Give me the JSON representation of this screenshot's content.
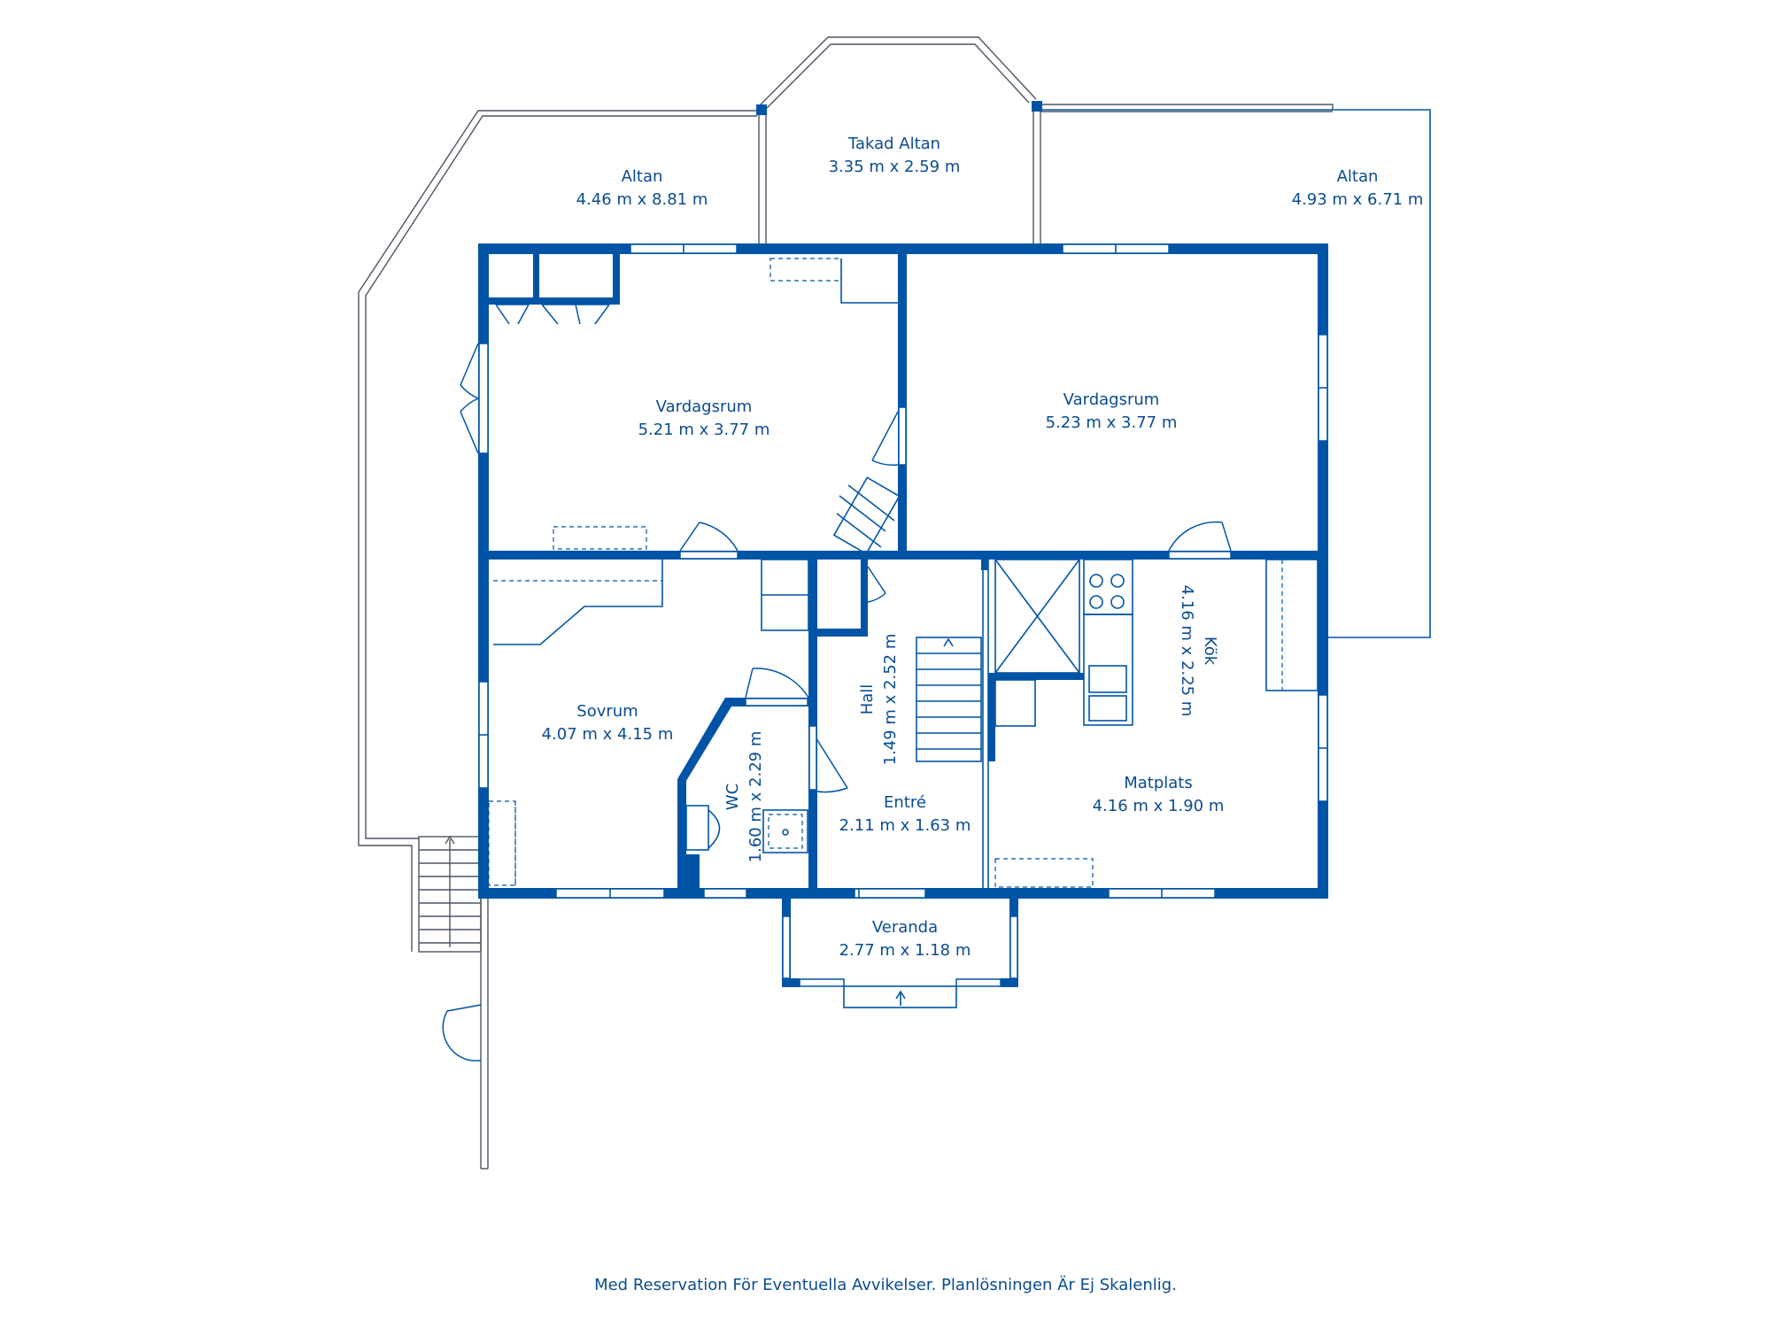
{
  "rooms": [
    {
      "id": "altan-left",
      "name": "Altan",
      "dims": "4.46 m x 8.81 m"
    },
    {
      "id": "takad-altan",
      "name": "Takad Altan",
      "dims": "3.35 m x 2.59 m"
    },
    {
      "id": "altan-right",
      "name": "Altan",
      "dims": "4.93 m x 6.71 m"
    },
    {
      "id": "vardagsrum-1",
      "name": "Vardagsrum",
      "dims": "5.21 m x 3.77 m"
    },
    {
      "id": "vardagsrum-2",
      "name": "Vardagsrum",
      "dims": "5.23 m x 3.77 m"
    },
    {
      "id": "sovrum",
      "name": "Sovrum",
      "dims": "4.07 m x 4.15 m"
    },
    {
      "id": "wc",
      "name": "WC",
      "dims": "1.60 m x 2.29 m"
    },
    {
      "id": "hall",
      "name": "Hall",
      "dims": "1.49 m x 2.52 m"
    },
    {
      "id": "entre",
      "name": "Entré",
      "dims": "2.11 m x 1.63 m"
    },
    {
      "id": "kok",
      "name": "Kök",
      "dims": "4.16 m x 2.25 m"
    },
    {
      "id": "matplats",
      "name": "Matplats",
      "dims": "4.16 m x 1.90 m"
    },
    {
      "id": "veranda",
      "name": "Veranda",
      "dims": "2.77 m x 1.18 m"
    }
  ],
  "disclaimer": "Med Reservation För Eventuella Avvikelser. Planlösningen Är Ej Skalenlig.",
  "colors": {
    "wall": "#0054a6",
    "text": "#0a4c8f",
    "background": "#ffffff"
  }
}
